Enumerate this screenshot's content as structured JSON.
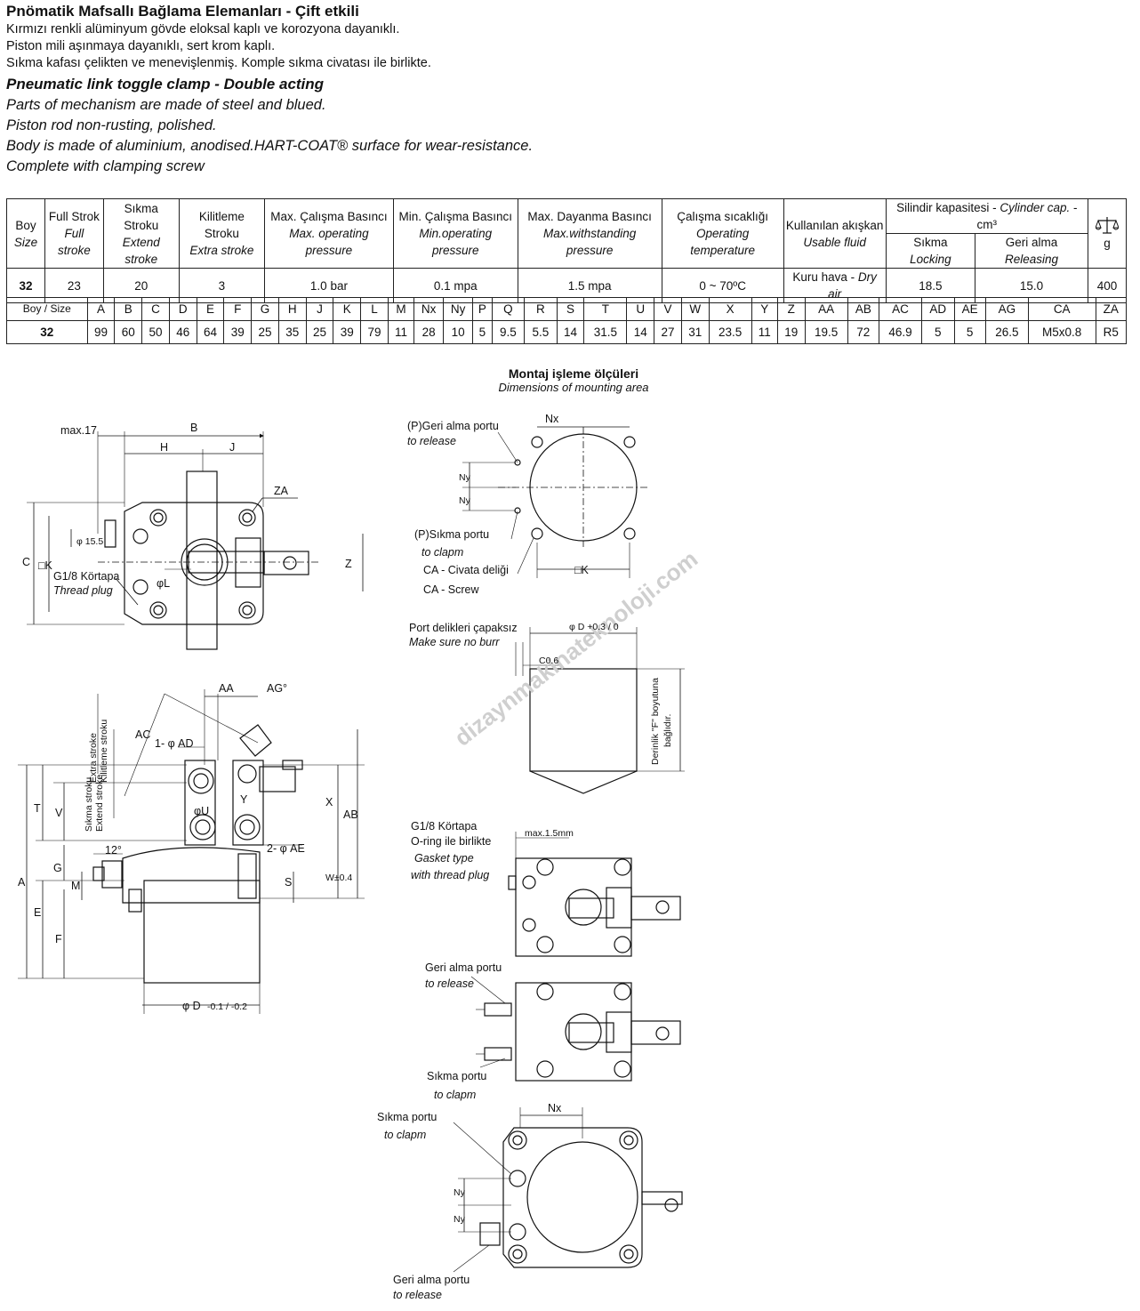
{
  "header": {
    "title_tr": "Pnömatik Mafsallı Bağlama Elemanları  - Çift etkili",
    "lines_tr": [
      "Kırmızı renkli alüminyum gövde eloksal kaplı ve korozyona dayanıklı.",
      "Piston mili aşınmaya dayanıklı, sert krom kaplı.",
      "Sıkma kafası çelikten ve menevişlenmiş. Komple sıkma civatası ile birlikte."
    ],
    "title_en": "Pneumatic link toggle clamp  - Double acting",
    "lines_en": [
      "Parts of mechanism are made of steel and blued.",
      "Piston rod non-rusting, polished.",
      "Body is made of aluminium, anodised.HART-COAT® surface for wear-resistance.",
      "Complete with clamping screw"
    ]
  },
  "spec_table": {
    "size_tr": "Boy",
    "size_en": "Size",
    "cols": [
      {
        "tr": "Full Strok",
        "en": "Full stroke"
      },
      {
        "tr": "Sıkma Stroku",
        "en": "Extend stroke"
      },
      {
        "tr": "Kilitleme Stroku",
        "en": "Extra stroke"
      },
      {
        "tr": "Max. Çalışma Basıncı",
        "en": "Max. operating pressure"
      },
      {
        "tr": "Min. Çalışma Basıncı",
        "en": "Min.operating pressure"
      },
      {
        "tr": "Max. Dayanma Basıncı",
        "en": "Max.withstanding pressure"
      },
      {
        "tr": "Çalışma sıcaklığı",
        "en": "Operating temperature"
      },
      {
        "tr": "Kullanılan akışkan",
        "en": "Usable fluid"
      }
    ],
    "cyl_tr": "Silindir kapasitesi - ",
    "cyl_en": "Cylinder cap.",
    "cyl_unit": " - cm³",
    "locking_tr": "Sıkma",
    "locking_en": "Locking",
    "releasing_tr": "Geri alma",
    "releasing_en": "Releasing",
    "weight_unit": "g",
    "row": {
      "size": "32",
      "full": "23",
      "extend": "20",
      "extra": "3",
      "max_op": "1.0 bar",
      "min_op": "0.1 mpa",
      "max_with": "1.5 mpa",
      "temp": "0 ~ 70ºC",
      "fluid_tr": "Kuru hava - ",
      "fluid_en": "Dry air",
      "locking": "18.5",
      "releasing": "15.0",
      "weight": "400"
    }
  },
  "dim_table": {
    "headers": [
      "Boy / Size",
      "A",
      "B",
      "C",
      "D",
      "E",
      "F",
      "G",
      "H",
      "J",
      "K",
      "L",
      "M",
      "Nx",
      "Ny",
      "P",
      "Q",
      "R",
      "S",
      "T",
      "U",
      "V",
      "W",
      "X",
      "Y",
      "Z",
      "AA",
      "AB",
      "AC",
      "AD",
      "AE",
      "AG",
      "CA",
      "ZA"
    ],
    "values": [
      "32",
      "99",
      "60",
      "50",
      "46",
      "64",
      "39",
      "25",
      "35",
      "25",
      "39",
      "79",
      "11",
      "28",
      "10",
      "5",
      "9.5",
      "5.5",
      "14",
      "31.5",
      "14",
      "27",
      "31",
      "23.5",
      "11",
      "19",
      "19.5",
      "72",
      "46.9",
      "5",
      "5",
      "26.5",
      "M5x0.8",
      "R5"
    ]
  },
  "mounting": {
    "title_tr": "Montaj işleme ölçüleri",
    "title_en": "Dimensions of mounting area"
  },
  "drawing_labels": {
    "max17": "max.17",
    "B": "B",
    "H": "H",
    "J": "J",
    "ZA": "ZA",
    "C": "C",
    "K": "□K",
    "phi155": "φ 15.5",
    "g18_tr": "G1/8 Körtapa",
    "g18_en": "Thread plug",
    "phiL": "φL",
    "Z": "Z",
    "AA": "AA",
    "AG": "AG°",
    "AC": "AC",
    "AD": "1- φ AD",
    "phiU": "φU",
    "Y": "Y",
    "AE": "2- φ AE",
    "T": "T",
    "V": "V",
    "X": "X",
    "AB": "AB",
    "A": "A",
    "G": "G",
    "M": "M",
    "E": "E",
    "F": "F",
    "S": "S",
    "W": "W±0.4",
    "deg12": "12°",
    "D": "φ D",
    "D_tol": "-0.1 / -0.2",
    "kilit_tr": "Kilitleme stroku",
    "kilit_en": "Extra stroke",
    "sikma_tr": "Sıkma stroku",
    "sikma_en": "Extend stroke",
    "geri_tr": "(P)Geri alma portu",
    "geri_en": "to release",
    "nx": "Nx",
    "ny": "Ny",
    "sik_tr": "(P)Sıkma portu",
    "sik_en": "to clapm",
    "ca_tr": "CA - Civata deliği",
    "ca_en": "CA - Screw",
    "lk": "□K",
    "port_tr": "Port delikleri çapaksız",
    "port_en": "Make sure no burr",
    "phiD03": "φ D +0.3 / 0",
    "c06": "C0.6",
    "depth_tr": "Derinlik \"F\" boyutuna",
    "depth_tr2": "bağlıdır.",
    "gask1": "G1/8 Körtapa",
    "gask2": "O-ring ile birlikte",
    "gask3": "Gasket type",
    "gask4": "with thread plug",
    "max15": "max.1.5mm",
    "geri2_tr": "Geri alma portu",
    "geri2_en": "to release",
    "sik2_tr": "Sıkma portu",
    "sik2_en": "to clapm",
    "sik3_tr": "Sıkma portu",
    "sik3_en": "to clapm",
    "geri3_tr": "Geri alma portu",
    "geri3_en": "to release",
    "watermark": "dizaynmakinateknoloji.com"
  }
}
